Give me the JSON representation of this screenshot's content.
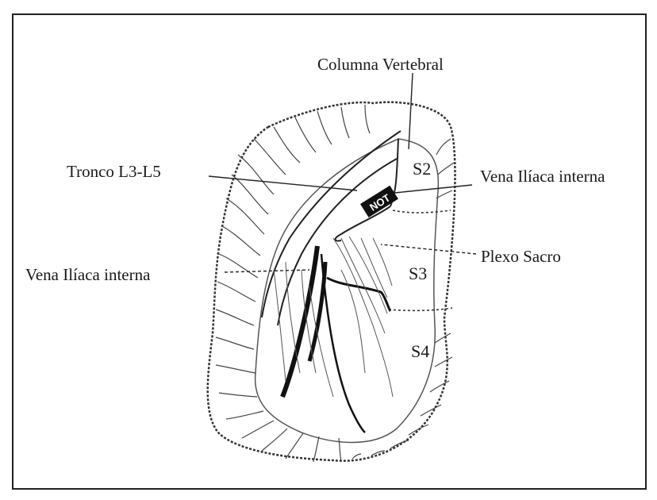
{
  "figure": {
    "labels": {
      "column": "Columna Vertebral",
      "trunk": "Tronco L3-L5",
      "vein_right": "Vena Ilíaca interna",
      "plexus": "Plexo Sacro",
      "vein_left": "Vena Ilíaca interna"
    },
    "segments": [
      "S2",
      "S3",
      "S4"
    ],
    "stamp": "NOT"
  }
}
